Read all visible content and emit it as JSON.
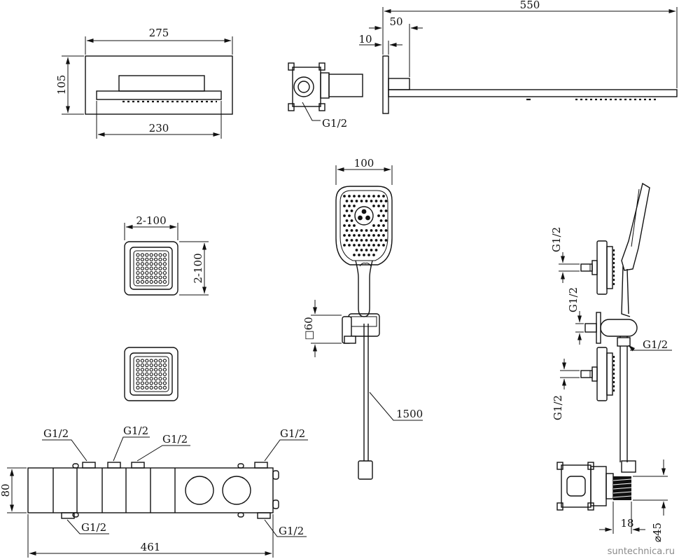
{
  "labels": {
    "rain_width": "275",
    "rain_height": "105",
    "rain_plate": "230",
    "arm_length": "550",
    "arm_flange": "50",
    "arm_plate": "10",
    "box_thread": "G1/2",
    "jet_width": "2-100",
    "jet_height": "2-100",
    "hand_width": "100",
    "holder_size": "□60",
    "hose_length": "1500",
    "side_thread_1": "G1/2",
    "side_thread_2": "G1/2",
    "side_thread_3": "G1/2",
    "side_thread_4": "G1/2",
    "mixer_height": "80",
    "mixer_width": "461",
    "mixer_top_1": "G1/2",
    "mixer_top_2": "G1/2",
    "mixer_top_3": "G1/2",
    "mixer_top_4": "G1/2",
    "mixer_bottom_1": "G1/2",
    "mixer_bottom_2": "G1/2",
    "valve_depth": "18",
    "valve_diameter": "⌀45"
  },
  "watermark": "suntechnica.ru"
}
